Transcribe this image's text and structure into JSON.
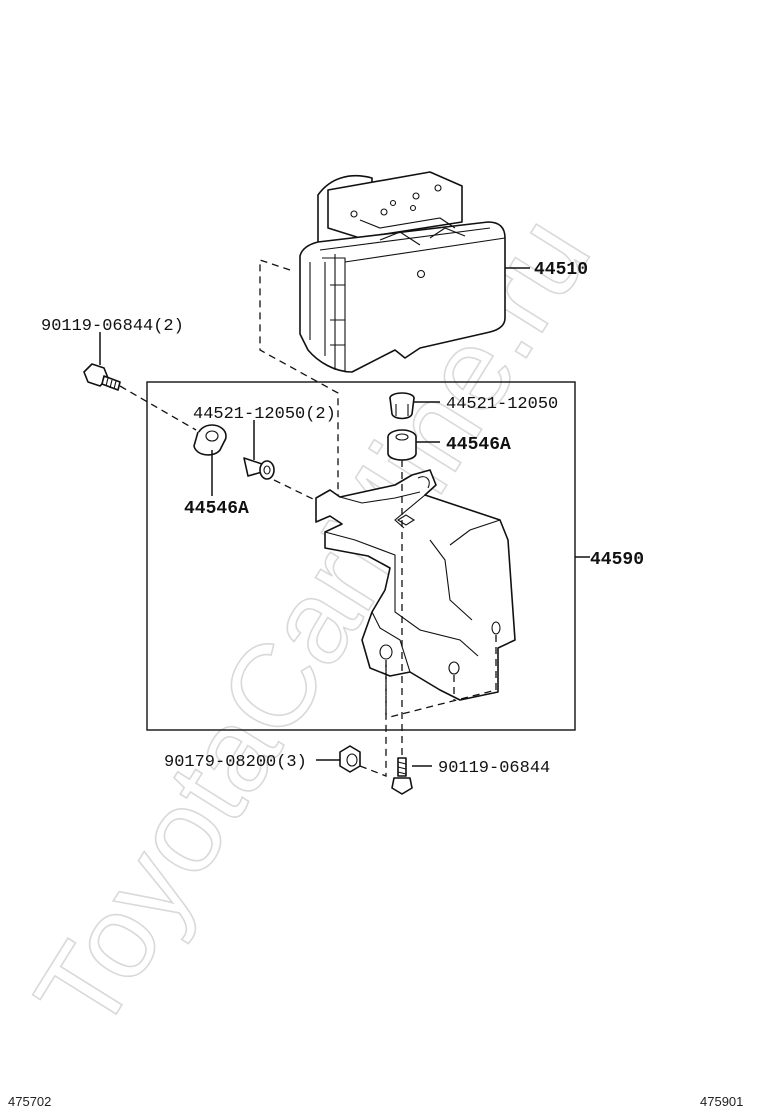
{
  "watermark": "ToyotaCarMine.ru",
  "parts": {
    "abs_actuator": "44510",
    "bracket": "44590",
    "bolt_top_left": "90119-06844(2)",
    "collar_left": "44521-12050(2)",
    "cushion_left": "44546A",
    "collar_right": "44521-12050",
    "cushion_right": "44546A",
    "nut": "90179-08200(3)",
    "bolt_bottom": "90119-06844"
  },
  "footer": {
    "left_code": "475702",
    "right_code": "475901"
  }
}
